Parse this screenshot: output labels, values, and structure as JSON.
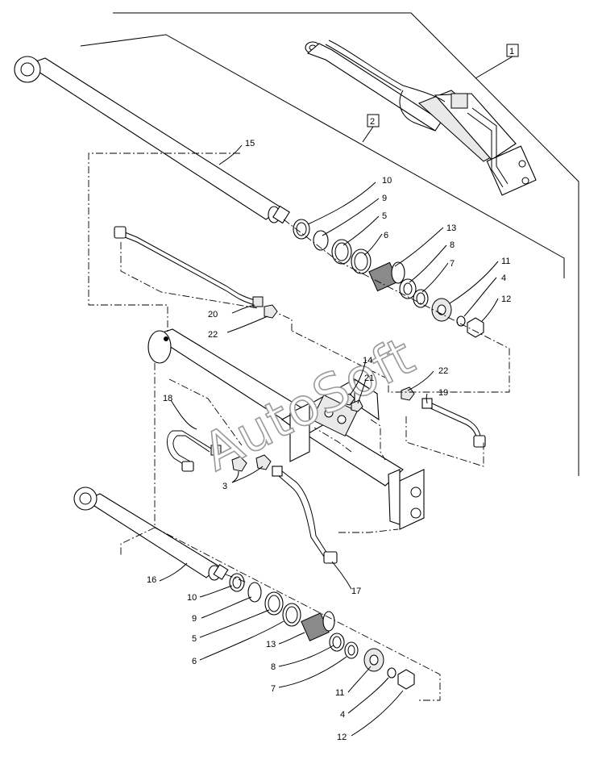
{
  "watermark": "AutoSoft",
  "assembly_labels": [
    "1",
    "2"
  ],
  "callouts": {
    "c15": "15",
    "c10a": "10",
    "c9a": "9",
    "c5a": "5",
    "c6a": "6",
    "c13a": "13",
    "c8a": "8",
    "c7a": "7",
    "c11a": "11",
    "c4a": "4",
    "c12a": "12",
    "c20": "20",
    "c22a": "22",
    "c14": "14",
    "c21": "21",
    "c22b": "22",
    "c19": "19",
    "c18": "18",
    "c3": "3",
    "c17": "17",
    "c16": "16",
    "c10b": "10",
    "c9b": "9",
    "c5b": "5",
    "c6b": "6",
    "c13b": "13",
    "c8b": "8",
    "c7b": "7",
    "c11b": "11",
    "c4b": "4",
    "c12b": "12"
  }
}
